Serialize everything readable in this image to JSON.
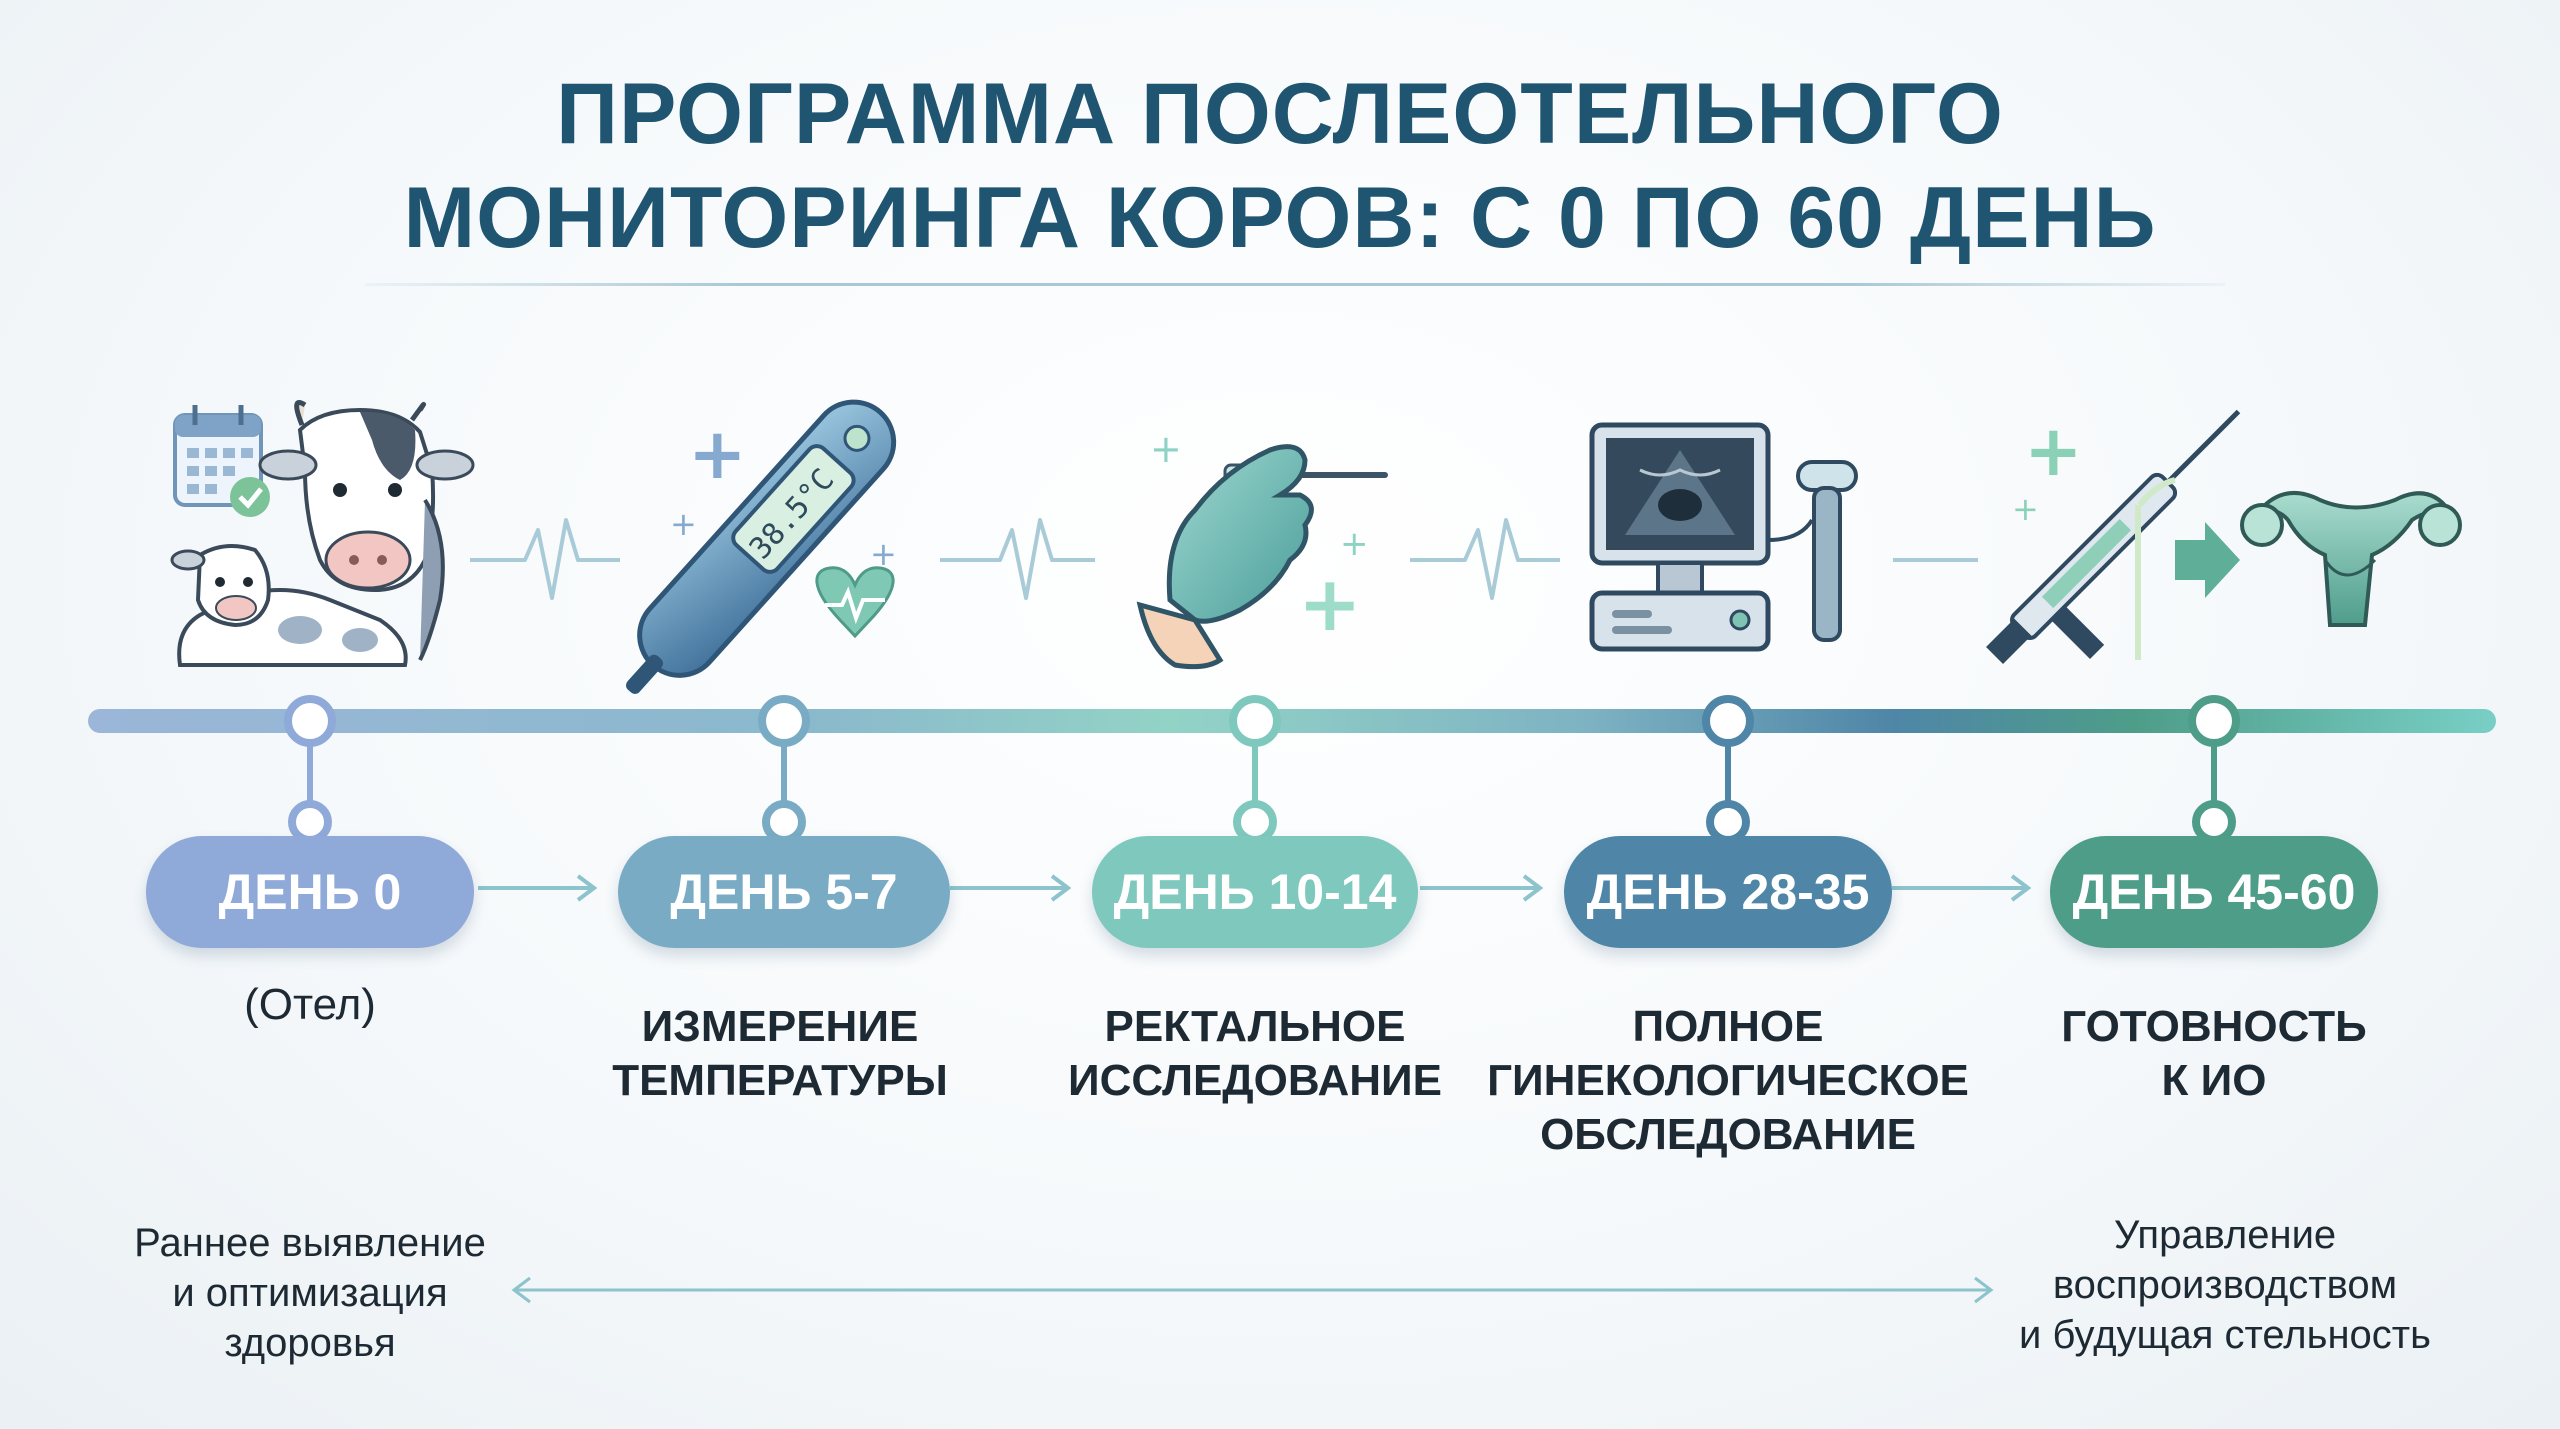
{
  "title": {
    "line1": "ПРОГРАММА ПОСЛЕОТЕЛЬНОГО",
    "line2": "МОНИТОРИНГА КОРОВ: С 0 ПО 60 ДЕНЬ"
  },
  "stages": [
    {
      "day": "ДЕНЬ 0",
      "desc": "(Отел)",
      "color": "#8fa9d8",
      "icon": "cow-calf-calendar-icon"
    },
    {
      "day": "ДЕНЬ 5-7",
      "desc": "ИЗМЕРЕНИЕ ТЕМПЕРАТУРЫ",
      "color": "#79acc4",
      "icon": "thermometer-icon"
    },
    {
      "day": "ДЕНЬ 10-14",
      "desc": "РЕКТАЛЬНОЕ ИССЛЕДОВАНИЕ",
      "color": "#7fc8bd",
      "icon": "gloved-hand-icon"
    },
    {
      "day": "ДЕНЬ 28-35",
      "desc": "ПОЛНОЕ ГИНЕКОЛОГИЧЕСКОЕ ОБСЛЕДОВАНИЕ",
      "color": "#4f86a7",
      "icon": "ultrasound-icon"
    },
    {
      "day": "ДЕНЬ 45-60",
      "desc": "ГОТОВНОСТЬ К ИО",
      "color": "#4e9d89",
      "icon": "insemination-uterus-icon"
    }
  ],
  "desc_lines": {
    "s0": [
      "(Отел)"
    ],
    "s1": [
      "ИЗМЕРЕНИЕ",
      "ТЕМПЕРАТУРЫ"
    ],
    "s2": [
      "РЕКТАЛЬНОЕ",
      "ИССЛЕДОВАНИЕ"
    ],
    "s3": [
      "ПОЛНОЕ",
      "ГИНЕКОЛОГИЧЕСКОЕ",
      "ОБСЛЕДОВАНИЕ"
    ],
    "s4": [
      "ГОТОВНОСТЬ",
      "К ИО"
    ]
  },
  "thermometer_reading": "38.5°C",
  "notes": {
    "left": [
      "Раннее выявление",
      "и оптимизация",
      "здоровья"
    ],
    "right": [
      "Управление",
      "воспроизводством",
      "и будущая стельность"
    ]
  }
}
